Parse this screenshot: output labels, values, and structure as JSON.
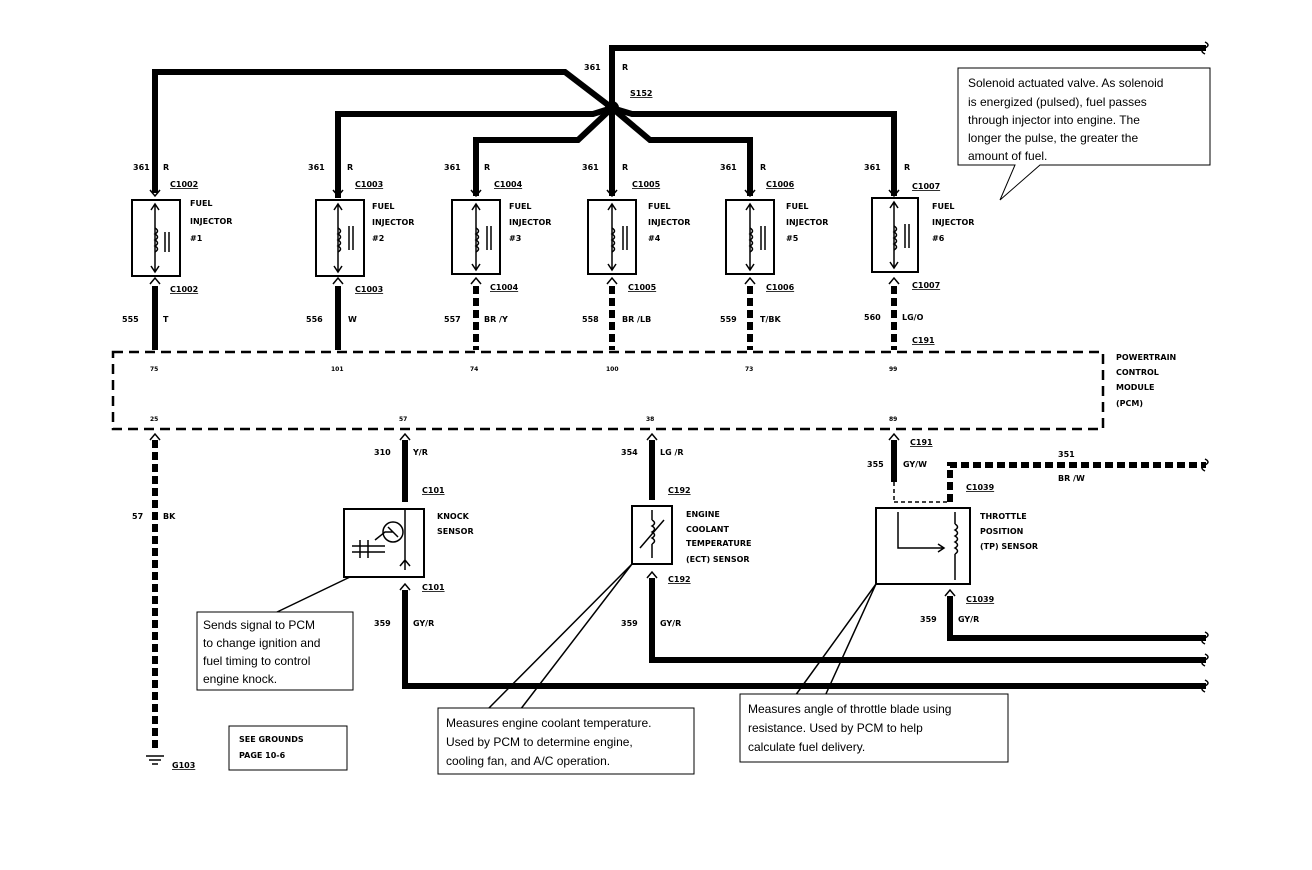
{
  "splice": {
    "id": "S152",
    "circuit": "361",
    "color": "R"
  },
  "injectors": [
    {
      "top_circuit": "361",
      "top_color": "R",
      "connector": "C1002",
      "label_l1": "FUEL",
      "label_l2": "INJECTOR",
      "label_l3": "#1",
      "bottom_circuit": "555",
      "bottom_color": "T",
      "pcm_pin": "75"
    },
    {
      "top_circuit": "361",
      "top_color": "R",
      "connector": "C1003",
      "label_l1": "FUEL",
      "label_l2": "INJECTOR",
      "label_l3": "#2",
      "bottom_circuit": "556",
      "bottom_color": "W",
      "pcm_pin": "101"
    },
    {
      "top_circuit": "361",
      "top_color": "R",
      "connector": "C1004",
      "label_l1": "FUEL",
      "label_l2": "INJECTOR",
      "label_l3": "#3",
      "bottom_circuit": "557",
      "bottom_color": "BR /Y",
      "pcm_pin": "74"
    },
    {
      "top_circuit": "361",
      "top_color": "R",
      "connector": "C1005",
      "label_l1": "FUEL",
      "label_l2": "INJECTOR",
      "label_l3": "#4",
      "bottom_circuit": "558",
      "bottom_color": "BR /LB",
      "pcm_pin": "100"
    },
    {
      "top_circuit": "361",
      "top_color": "R",
      "connector": "C1006",
      "label_l1": "FUEL",
      "label_l2": "INJECTOR",
      "label_l3": "#5",
      "bottom_circuit": "559",
      "bottom_color": "T/BK",
      "pcm_pin": "73"
    },
    {
      "top_circuit": "361",
      "top_color": "R",
      "connector": "C1007",
      "label_l1": "FUEL",
      "label_l2": "INJECTOR",
      "label_l3": "#6",
      "bottom_circuit": "560",
      "bottom_color": "LG/O",
      "pcm_pin": "99"
    }
  ],
  "pcm": {
    "connector": "C191",
    "label_l1": "POWERTRAIN",
    "label_l2": "CONTROL",
    "label_l3": "MODULE",
    "label_l4": "(PCM)",
    "lower_pins": [
      "25",
      "57",
      "38",
      "89"
    ]
  },
  "ground": {
    "circuit": "57",
    "color": "BK",
    "ground_id": "G103",
    "see_l1": "SEE GROUNDS",
    "see_l2": "PAGE 10-6"
  },
  "knock": {
    "circuit": "310",
    "color": "Y/R",
    "connector": "C101",
    "label_l1": "KNOCK",
    "label_l2": "SENSOR",
    "ret_circuit": "359",
    "ret_color": "GY/R"
  },
  "ect": {
    "circuit": "354",
    "color": "LG /R",
    "connector": "C192",
    "label_l1": "ENGINE",
    "label_l2": "COOLANT",
    "label_l3": "TEMPERATURE",
    "label_l4": "(ECT) SENSOR",
    "ret_circuit": "359",
    "ret_color": "GY/R"
  },
  "tp": {
    "circuit": "355",
    "color": "GY/W",
    "pcm_connector": "C191",
    "connector": "C1039",
    "ref_circuit": "351",
    "ref_color": "BR /W",
    "label_l1": "THROTTLE",
    "label_l2": "POSITION",
    "label_l3": "(TP) SENSOR",
    "ret_circuit": "359",
    "ret_color": "GY/R"
  },
  "notes": {
    "solenoid": [
      "Solenoid actuated valve. As solenoid",
      "is energized (pulsed), fuel passes",
      "through injector into engine. The",
      "longer the pulse, the greater the",
      "amount of fuel."
    ],
    "knock": [
      "Sends signal to PCM",
      "to change ignition and",
      "fuel timing to control",
      "engine knock."
    ],
    "ect": [
      "Measures engine coolant temperature.",
      "Used by PCM to determine engine,",
      "cooling fan, and A/C operation."
    ],
    "tp": [
      "Measures angle of throttle blade using",
      "resistance.  Used by PCM to help",
      "calculate fuel delivery."
    ]
  }
}
